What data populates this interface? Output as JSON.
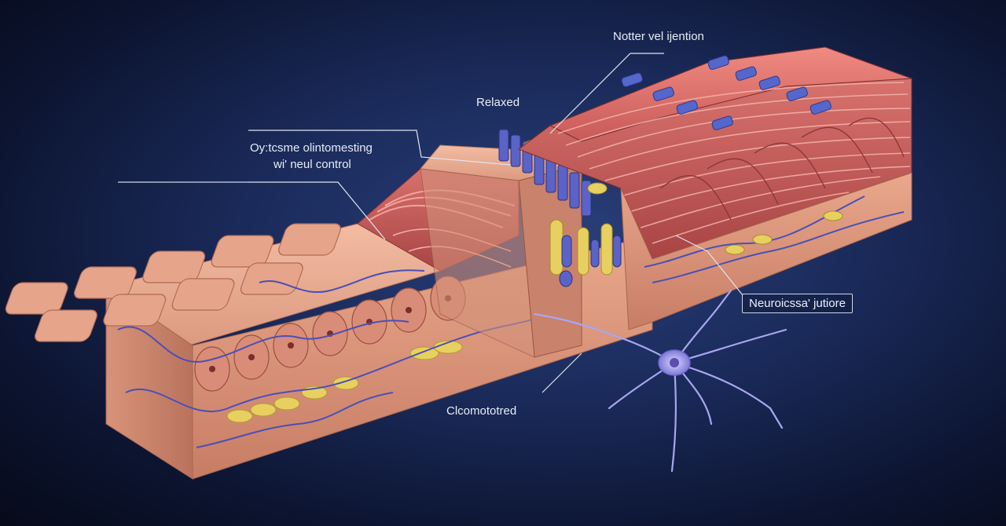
{
  "labels": {
    "nerve_injection": "Notter vel ijention",
    "relaxed": "Relaxed",
    "neural_control_line1": "Oy:tcsme olintomesting",
    "neural_control_line2": "wi' neul control",
    "neuromuscular_junction": "Neuroicssa' jutiore",
    "contracted": "Clcomototred"
  },
  "colors": {
    "background": "#0c1430",
    "muscle": "#d9736f",
    "muscle_dark": "#b94d4c",
    "tissue": "#e8a98e",
    "tissue_dark": "#c7806a",
    "nerve": "#4a4fb8",
    "fat": "#e8d060",
    "leader_line": "#e0e4ee",
    "neuron": "#a9a6f0"
  }
}
